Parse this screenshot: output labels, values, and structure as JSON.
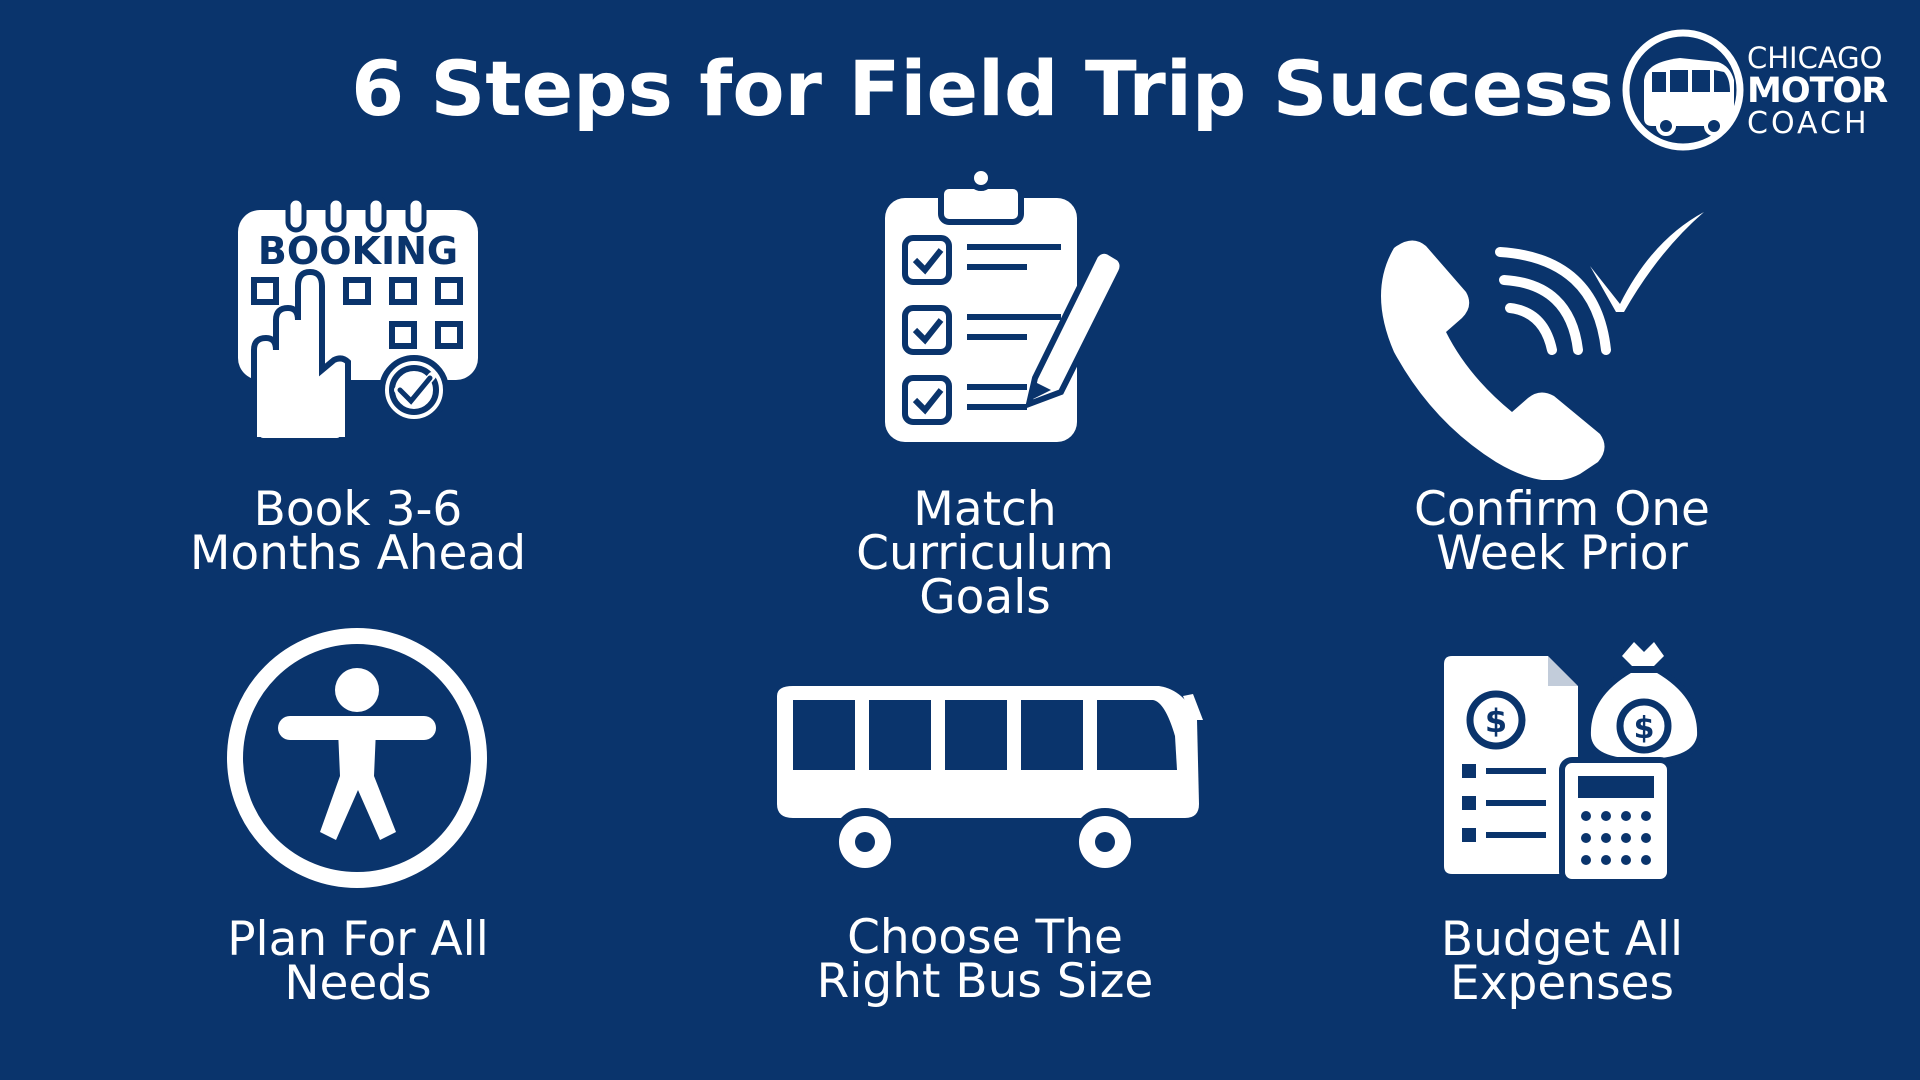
{
  "title": "6 Steps for Field Trip Success",
  "brand": {
    "line1": "CHICAGO",
    "line2": "MOTOR",
    "line3": "COACH"
  },
  "colors": {
    "background": "#0a346c",
    "foreground": "#ffffff"
  },
  "steps": [
    {
      "icon": "booking-calendar-icon",
      "calendar_text": "BOOKING",
      "lines": [
        "Book 3-6",
        "Months Ahead"
      ]
    },
    {
      "icon": "checklist-clipboard-icon",
      "lines": [
        "Match",
        "Curriculum",
        "Goals"
      ]
    },
    {
      "icon": "phone-confirm-icon",
      "lines": [
        "Confirm One",
        "Week Prior"
      ]
    },
    {
      "icon": "accessibility-icon",
      "lines": [
        "Plan For All",
        "Needs"
      ]
    },
    {
      "icon": "bus-icon",
      "lines": [
        "Choose The",
        "Right Bus Size"
      ]
    },
    {
      "icon": "budget-icon",
      "lines": [
        "Budget All",
        "Expenses"
      ]
    }
  ]
}
